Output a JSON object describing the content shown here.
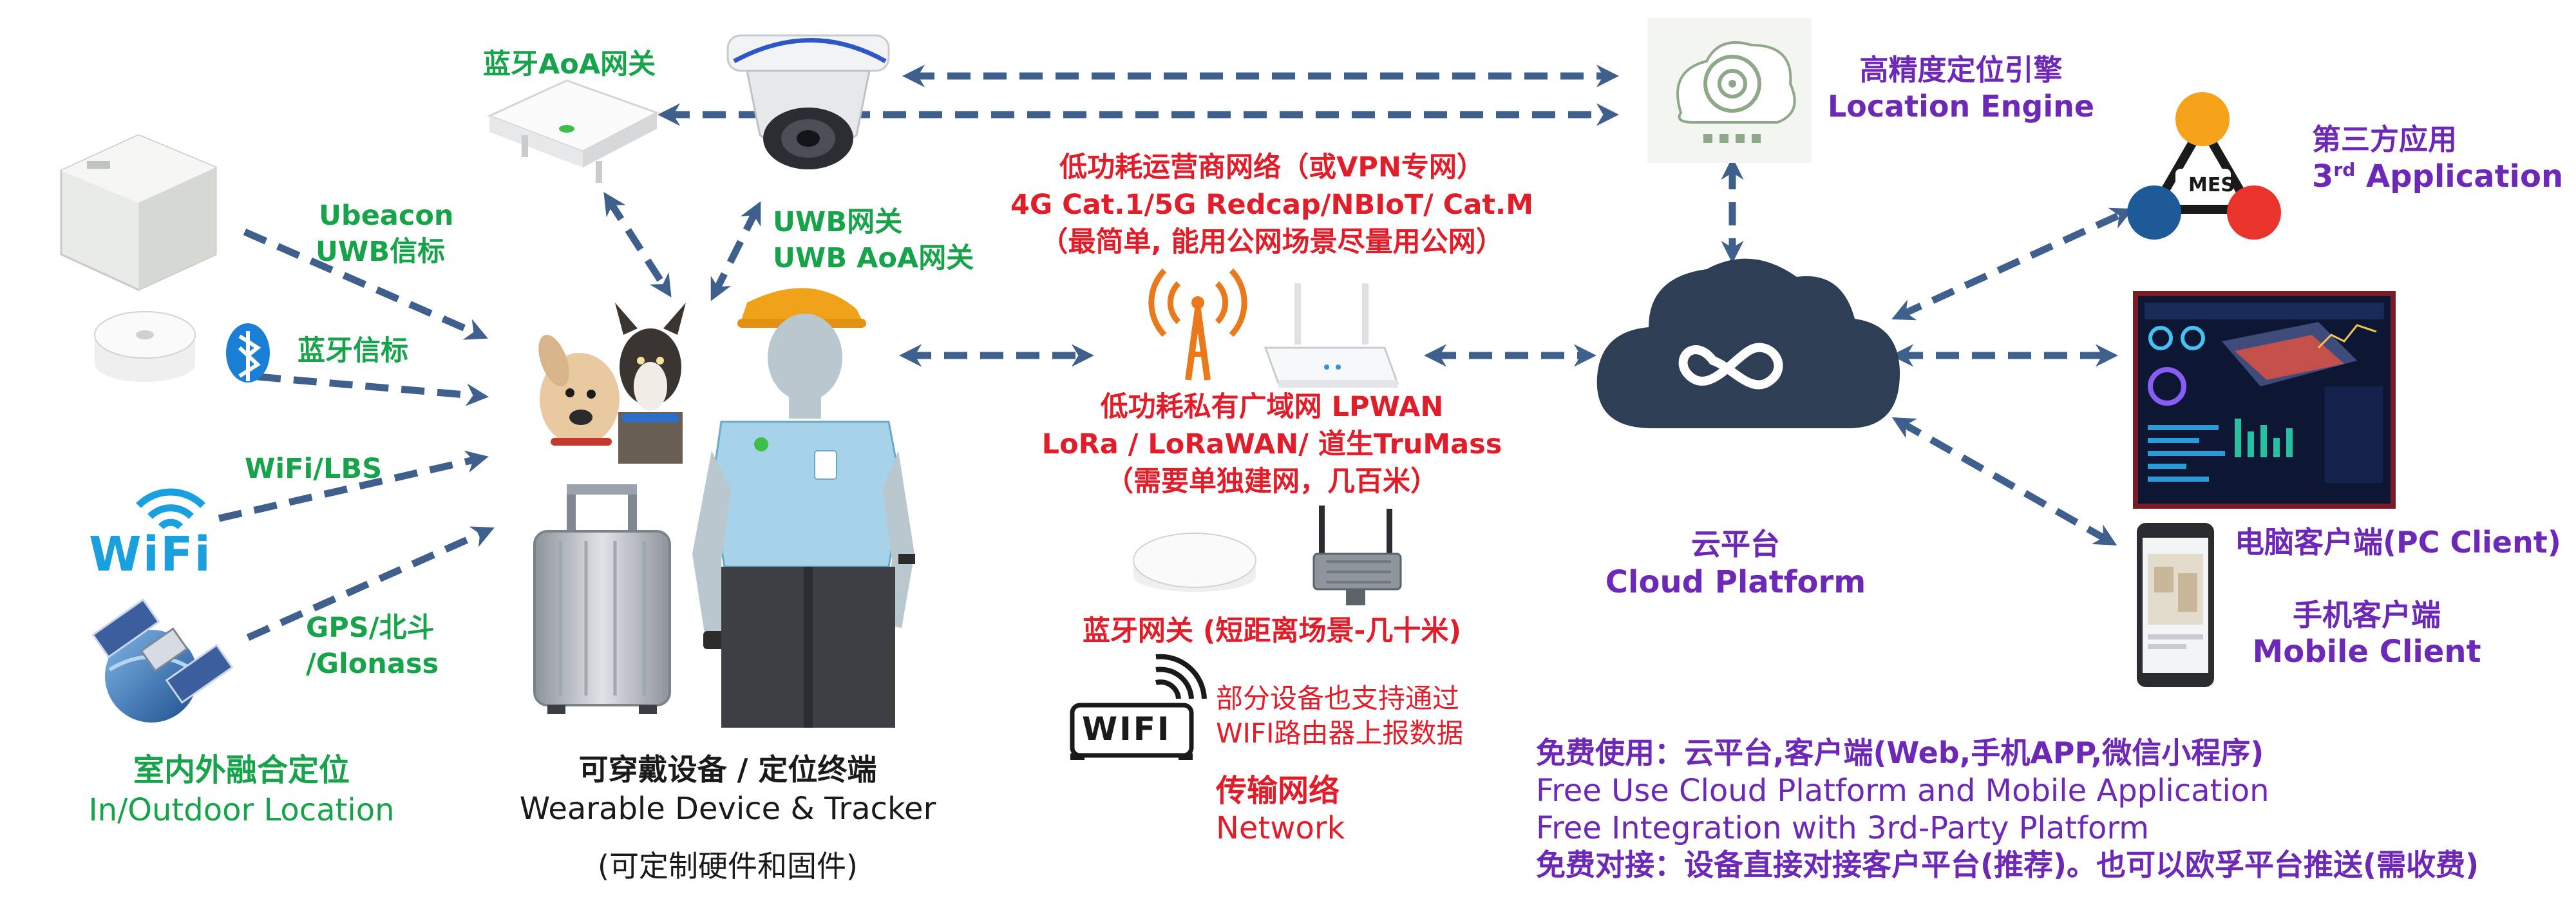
{
  "colors": {
    "green": "#16a34a",
    "red": "#e11d2a",
    "purple": "#6d28b8",
    "arrow": "#3f5f8c",
    "cloud": "#2e3e55"
  },
  "left": {
    "ubeacon_1": "Ubeacon",
    "ubeacon_2": "UWB信标",
    "bt_beacon": "蓝牙信标",
    "wifi_lbs": "WiFi/LBS",
    "wifi_logo": "WiFi",
    "gps_1": "GPS/北斗",
    "gps_2": "/Glonass",
    "footer_cn": "室内外融合定位",
    "footer_en": "In/Outdoor Location"
  },
  "gateways": {
    "bt_aoa": "蓝牙AoA网关",
    "uwb_1": "UWB网关",
    "uwb_2": "UWB AoA网关"
  },
  "wearable": {
    "title_cn": "可穿戴设备 / 定位终端",
    "title_en": "Wearable Device & Tracker",
    "note": "(可定制硬件和固件)"
  },
  "network": {
    "cellular_1": "低功耗运营商网络（或VPN专网）",
    "cellular_2": "4G Cat.1/5G Redcap/NBIoT/ Cat.M",
    "cellular_3": "（最简单, 能用公网场景尽量用公网）",
    "lpwan_1": "低功耗私有广域网 LPWAN",
    "lpwan_2": "LoRa / LoRaWAN/ 道生TruMass",
    "lpwan_3": "（需要单独建网，几百米）",
    "bt_gateway": "蓝牙网关 (短距离场景-几十米)",
    "wifi_note_1": "部分设备也支持通过",
    "wifi_note_2": "WIFI路由器上报数据",
    "wifi_logo": "WIFI",
    "footer_cn": "传输网络",
    "footer_en": "Network"
  },
  "engine": {
    "label_cn": "高精度定位引擎",
    "label_en": "Location Engine"
  },
  "cloud": {
    "label_cn": "云平台",
    "label_en": "Cloud Platform"
  },
  "apps": {
    "third_party_cn": "第三方应用",
    "third_party_en_prefix": "3",
    "third_party_en_sup": "rd",
    "third_party_en_suffix": " Application",
    "mes": "MES",
    "pc_client": "电脑客户端(PC Client)",
    "mobile_cn": "手机客户端",
    "mobile_en": "Mobile Client"
  },
  "bottom_notes": {
    "line1": "免费使用：云平台,客户端(Web,手机APP,微信小程序)",
    "line2": "Free Use Cloud Platform and Mobile Application",
    "line3": "Free Integration with 3rd-Party Platform",
    "line4": "免费对接：设备直接对接客户平台(推荐)。也可以欧孚平台推送(需收费)"
  }
}
